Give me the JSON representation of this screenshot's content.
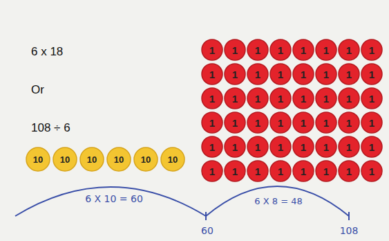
{
  "diagram": {
    "nodes": [
      {
        "text": [
          "10"
        ]
      },
      {
        "text": [
          "10"
        ]
      },
      {
        "text": [
          "10"
        ]
      },
      {
        "text": [
          "10"
        ]
      },
      {
        "text": [
          "10"
        ]
      },
      {
        "text": [
          "10"
        ]
      },
      {
        "text": [
          "1"
        ]
      },
      {
        "text": [
          "1"
        ]
      },
      {
        "text": [
          "1"
        ]
      },
      {
        "text": [
          "1"
        ]
      },
      {
        "text": [
          "1"
        ]
      },
      {
        "text": [
          "1"
        ]
      },
      {
        "text": [
          "1"
        ]
      },
      {
        "text": [
          "1"
        ]
      },
      {
        "text": [
          "1"
        ]
      },
      {
        "text": [
          "1"
        ]
      },
      {
        "text": [
          "1"
        ]
      },
      {
        "text": [
          "1"
        ]
      },
      {
        "text": [
          "1"
        ]
      },
      {
        "text": [
          "1"
        ]
      },
      {
        "text": [
          "1"
        ]
      },
      {
        "text": [
          "1"
        ]
      },
      {
        "text": [
          "1"
        ]
      },
      {
        "text": [
          "1"
        ]
      },
      {
        "text": [
          "1"
        ]
      },
      {
        "text": [
          "1"
        ]
      },
      {
        "text": [
          "1"
        ]
      },
      {
        "text": [
          "1"
        ]
      },
      {
        "text": [
          "1"
        ]
      },
      {
        "text": [
          "1"
        ]
      },
      {
        "text": [
          "1"
        ]
      },
      {
        "text": [
          "1"
        ]
      },
      {
        "text": [
          "1"
        ]
      },
      {
        "text": [
          "1"
        ]
      },
      {
        "text": [
          "1"
        ]
      },
      {
        "text": [
          "1"
        ]
      },
      {
        "text": [
          "1"
        ]
      },
      {
        "text": [
          "1"
        ]
      },
      {
        "text": [
          "1"
        ]
      },
      {
        "text": [
          "1"
        ]
      },
      {
        "text": [
          "1"
        ]
      },
      {
        "text": [
          "1"
        ]
      },
      {
        "text": [
          "1"
        ]
      },
      {
        "text": [
          "1"
        ]
      },
      {
        "text": [
          "1"
        ]
      },
      {
        "text": [
          "1"
        ]
      },
      {
        "text": [
          "1"
        ]
      },
      {
        "text": [
          "1"
        ]
      },
      {
        "text": [
          "1"
        ]
      },
      {
        "text": [
          "1"
        ]
      },
      {
        "text": [
          "1"
        ]
      },
      {
        "text": [
          "1"
        ]
      },
      {
        "text": [
          "1"
        ]
      },
      {
        "text": [
          "1"
        ]
      }
    ],
    "labels": [
      "6 x 18",
      "Or",
      "108 ÷ 6",
      "6 X 10 = 60",
      "6 X 8 = 48",
      "60",
      "108"
    ]
  }
}
